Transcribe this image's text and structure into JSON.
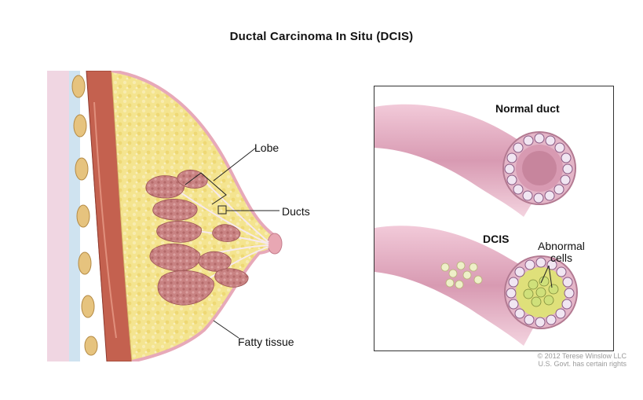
{
  "title": "Ductal Carcinoma In Situ (DCIS)",
  "labels": {
    "lobe": "Lobe",
    "ducts": "Ducts",
    "fatty_tissue": "Fatty tissue",
    "normal_duct": "Normal duct",
    "dcis": "DCIS",
    "abnormal_cells_line1": "Abnormal",
    "abnormal_cells_line2": "cells"
  },
  "copyright": {
    "line1": "© 2012 Terese Winslow LLC",
    "line2": "U.S. Govt. has certain rights"
  },
  "colors": {
    "fat": "#f3e28a",
    "lobule": "#c97f7f",
    "duct": "#e7b8c9",
    "muscle": "#c2604f",
    "skin": "#f3c9d2",
    "abnormal_cells": "#dfe07a"
  }
}
